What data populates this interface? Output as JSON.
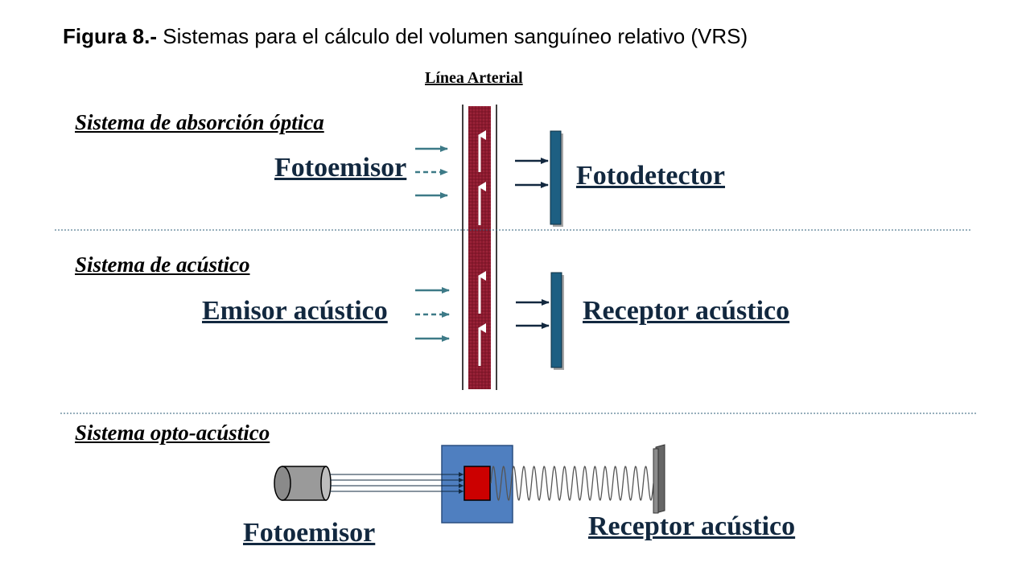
{
  "figure": {
    "label": "Figura 8.-",
    "caption": " Sistemas para el cálculo del volumen sanguíneo relativo (VRS)"
  },
  "artery_label": "Línea Arterial",
  "sections": {
    "optical": {
      "title": "Sistema de absorción óptica ",
      "emitter": "Fotoemisor",
      "detector": "Fotodetector"
    },
    "acoustic": {
      "title": "Sistema de acústico",
      "emitter": "Emisor acústico",
      "receiver": "Receptor acústico"
    },
    "opto_acoustic": {
      "title": "Sistema opto-acústico ",
      "emitter": "Fotoemisor",
      "receiver": "Receptor acústico"
    }
  },
  "colors": {
    "text_dark": "#12283f",
    "arrow_teal": "#3d7a87",
    "arrow_dark": "#12283f",
    "blood": "#8b1a2e",
    "panel": "#1d5f82",
    "divider": "#2f5f7a",
    "box_blue": "#4f7fc0",
    "sample_red": "#cc0000",
    "emitter_gray": "#9a9a9a"
  }
}
